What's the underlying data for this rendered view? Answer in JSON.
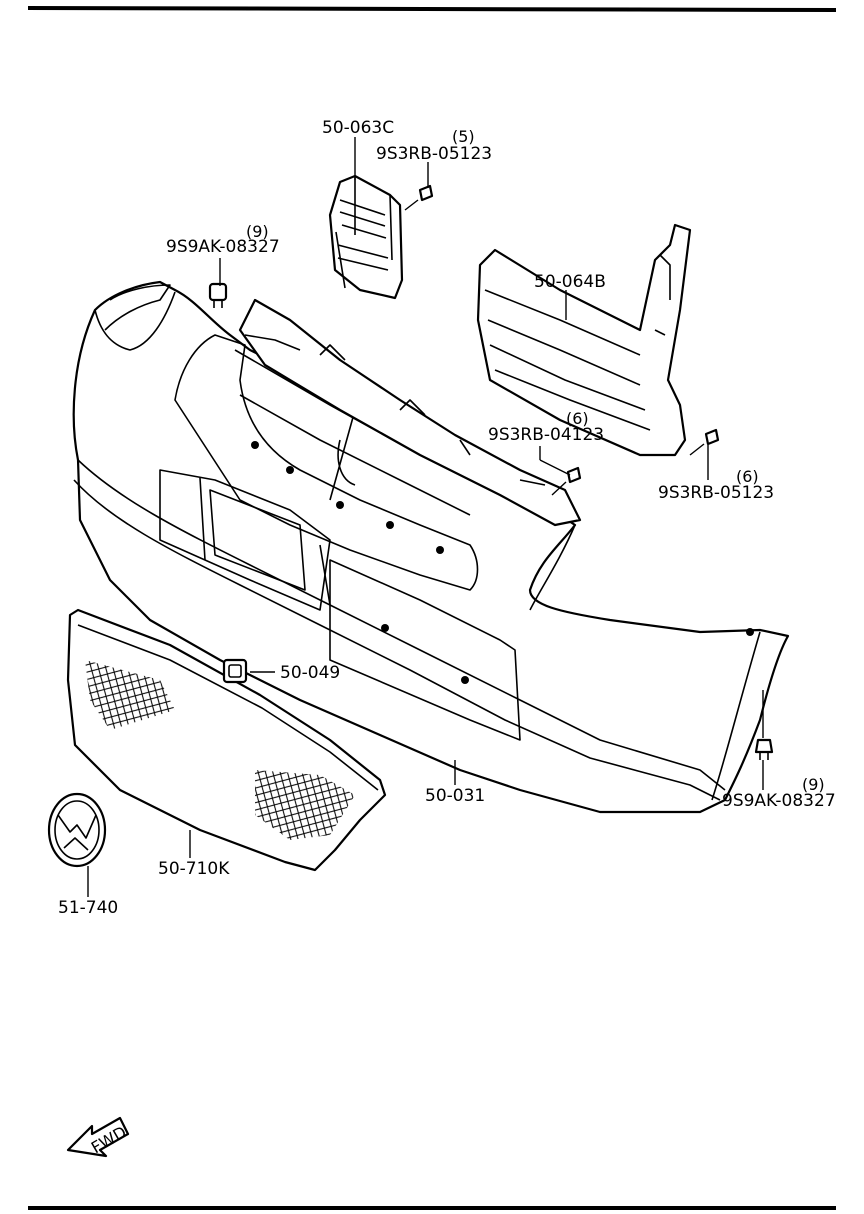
{
  "diagram": {
    "labels": {
      "p50_063C": "50-063C",
      "p50_064B": "50-064B",
      "p50_049": "50-049",
      "p50_031": "50-031",
      "p50_710K": "50-710K",
      "p51_740": "51-740",
      "screw_05123_top": "9S3RB-05123",
      "screw_05123_top_qty": "(5)",
      "screw_04123": "9S3RB-04123",
      "screw_04123_qty": "(6)",
      "screw_05123_right": "9S3RB-05123",
      "screw_05123_right_qty": "(6)",
      "clip_08327_left": "9S9AK-08327",
      "clip_08327_left_qty": "(9)",
      "clip_08327_right": "9S9AK-08327",
      "clip_08327_right_qty": "(9)"
    },
    "fwd": "FWD"
  }
}
